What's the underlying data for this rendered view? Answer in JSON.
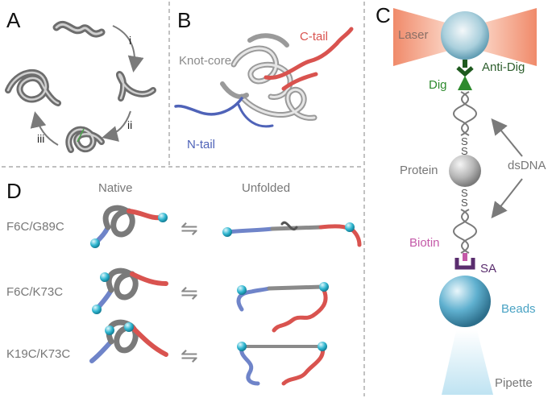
{
  "panels": {
    "A": {
      "letter": "A",
      "steps": [
        "i",
        "ii",
        "iii"
      ]
    },
    "B": {
      "letter": "B",
      "labels": {
        "c_tail": "C-tail",
        "knot_core": "Knot-core",
        "n_tail": "N-tail"
      }
    },
    "C": {
      "letter": "C",
      "labels": {
        "laser": "Laser",
        "anti_dig": "Anti-Dig",
        "dig": "Dig",
        "protein": "Protein",
        "dsdna": "dsDNA",
        "biotin": "Biotin",
        "sa": "SA",
        "beads": "Beads",
        "pipette": "Pipette",
        "s": "S"
      }
    },
    "D": {
      "letter": "D",
      "headers": {
        "native": "Native",
        "unfolded": "Unfolded"
      },
      "rows": [
        {
          "label": "F6C/G89C"
        },
        {
          "label": "F6C/K73C"
        },
        {
          "label": "K19C/K73C"
        }
      ],
      "equilibrium_symbol": "⇋"
    }
  },
  "colors": {
    "gray_tube": "#8a8a8a",
    "red_tail": "#d9534f",
    "blue_tail": "#6f84c9",
    "cyan_sphere": "#2fb6d0",
    "laser": "#f3a183",
    "dig_green": "#2d7a2d",
    "biotin": "#c45aa8",
    "sa_purple": "#5a2d6e",
    "bead_blue": "#4aa3c4",
    "pipette": "#cbe8f4",
    "divider": "#9a9a9a"
  }
}
